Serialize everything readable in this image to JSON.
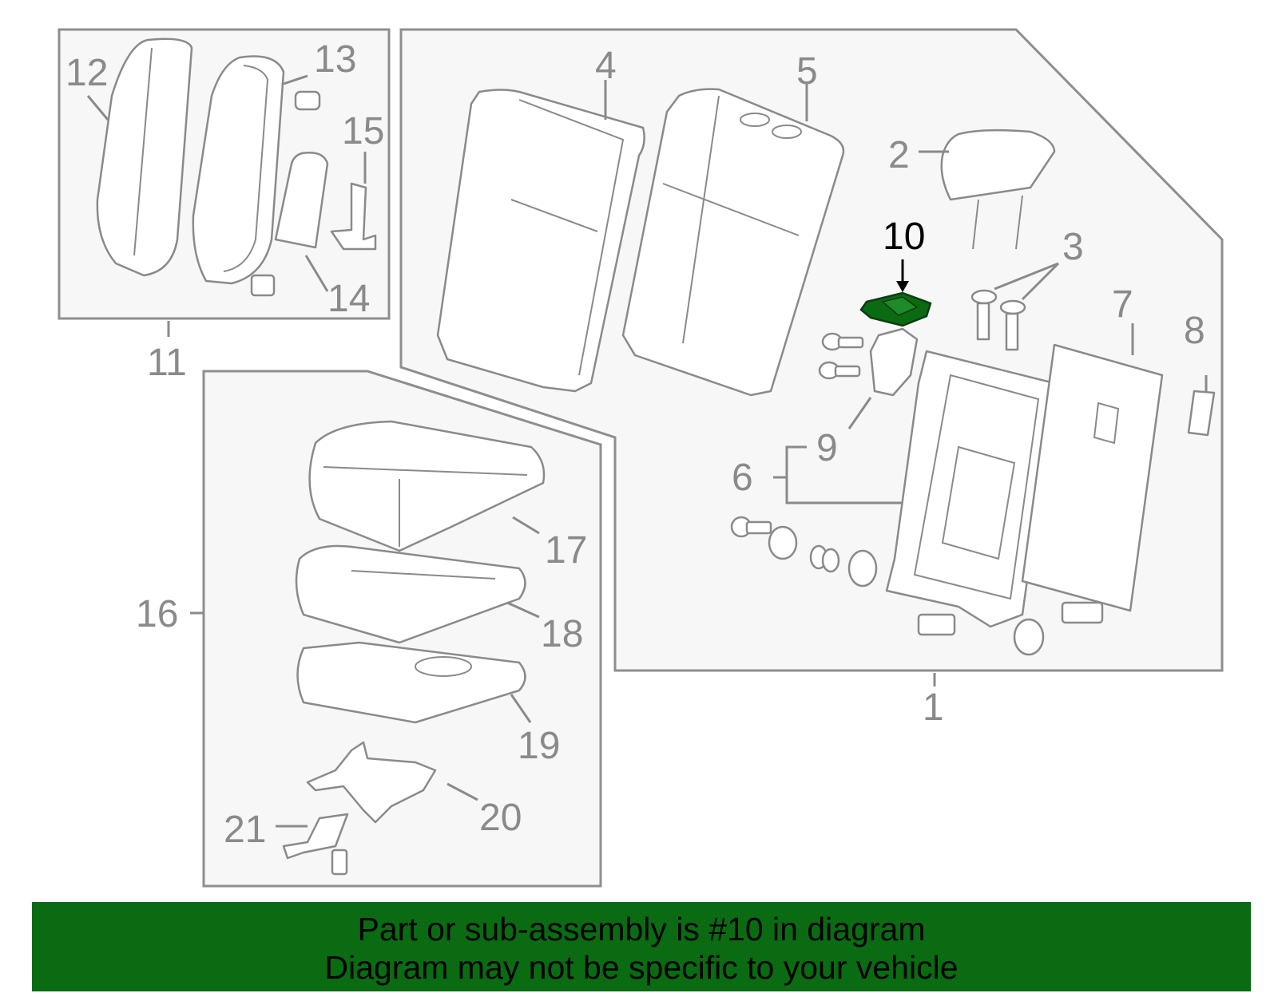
{
  "callouts": {
    "c1": "1",
    "c2": "2",
    "c3": "3",
    "c4": "4",
    "c5": "5",
    "c6": "6",
    "c7": "7",
    "c8": "8",
    "c9": "9",
    "c10": "10",
    "c11": "11",
    "c12": "12",
    "c13": "13",
    "c14": "14",
    "c15": "15",
    "c16": "16",
    "c17": "17",
    "c18": "18",
    "c19": "19",
    "c20": "20",
    "c21": "21"
  },
  "highlighted_part": "10",
  "colors": {
    "highlight": "#0a6b12",
    "banner_bg": "#0a6b12",
    "line": "#8a8a8a"
  },
  "banner": {
    "line1": "Part or sub-assembly is #10 in diagram",
    "line2": "Diagram may not be specific to your vehicle"
  }
}
